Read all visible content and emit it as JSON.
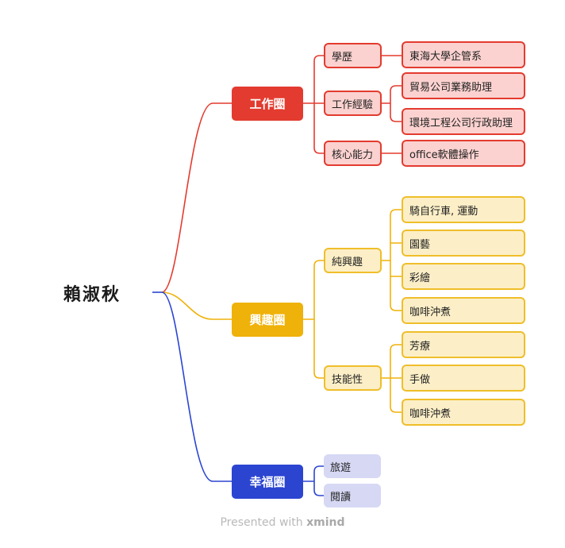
{
  "root": {
    "label": "賴淑秋"
  },
  "branches": {
    "work": {
      "label": "工作圈",
      "color": "#e33b2f",
      "children": [
        {
          "label": "學歷",
          "items": [
            "東海大學企管系"
          ]
        },
        {
          "label": "工作經驗",
          "items": [
            "貿易公司業務助理",
            "環境工程公司行政助理"
          ]
        },
        {
          "label": "核心能力",
          "items": [
            "office軟體操作"
          ]
        }
      ]
    },
    "hobby": {
      "label": "興趣圈",
      "color": "#efb20a",
      "children": [
        {
          "label": "純興趣",
          "items": [
            "騎自行車, 運動",
            "園藝",
            "彩繪",
            "咖啡沖煮"
          ]
        },
        {
          "label": "技能性",
          "items": [
            "芳療",
            "手做",
            "咖啡沖煮"
          ]
        }
      ]
    },
    "happy": {
      "label": "幸福圈",
      "color": "#2b45d1",
      "children": [
        {
          "label": "旅遊"
        },
        {
          "label": "閱讀"
        }
      ]
    }
  },
  "footer": {
    "prefix": "Presented with",
    "brand": "xmind"
  }
}
